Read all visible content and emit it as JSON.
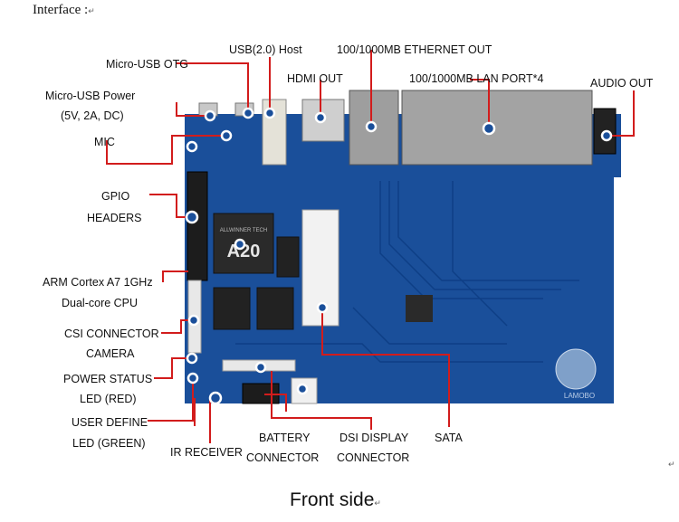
{
  "header": {
    "text": "Interface :",
    "mark": "↵"
  },
  "caption": {
    "text": "Front side",
    "mark": "↵"
  },
  "margin_mark": "↵",
  "board_text": {
    "chip": "A20",
    "chip_brand": "ALLWINNER TECH",
    "brand": "LAMOBO"
  },
  "colors": {
    "board": "#1a4f9a",
    "leader": "#d21c1c",
    "marker": "#ffffff"
  },
  "labels": {
    "usb_host": "USB(2.0) Host",
    "ethernet_out": "100/1000MB ETHERNET OUT",
    "usb_otg": "Micro-USB OTG",
    "hdmi_out": "HDMI OUT",
    "lan_port": "100/1000MB LAN PORT*4",
    "usb_power_line1": "Micro-USB Power",
    "usb_power_line2": "(5V, 2A, DC)",
    "audio_out": "AUDIO OUT",
    "mic": "MIC",
    "gpio_line1": "GPIO",
    "gpio_line2": "HEADERS",
    "arm_line1": "ARM Cortex A7 1GHz",
    "arm_line2": "Dual-core CPU",
    "csi_line1": "CSI CONNECTOR",
    "csi_line2": "CAMERA",
    "power_line1": "POWER STATUS",
    "power_line2": "LED (RED)",
    "user_line1": "USER DEFINE",
    "user_line2": "LED (GREEN)",
    "ir_receiver": "IR RECEIVER",
    "battery_line1": "BATTERY",
    "battery_line2": "CONNECTOR",
    "dsi_line1": "DSI DISPLAY",
    "dsi_line2": "CONNECTOR",
    "sata": "SATA"
  }
}
